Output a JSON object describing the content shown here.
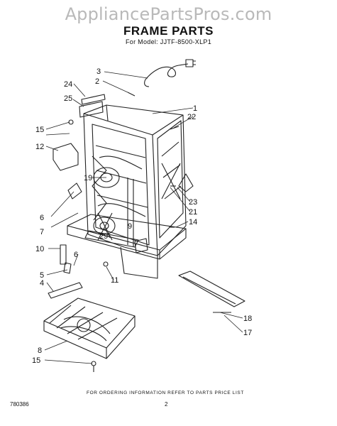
{
  "watermark": "AppliancePartsPros.com",
  "title": "FRAME PARTS",
  "subtitle": "For Model: JJTF-8500-XLP1",
  "footer": {
    "note": "FOR ORDERING INFORMATION REFER TO PARTS PRICE LIST",
    "doc_code": "780386",
    "page": "2"
  },
  "callouts": {
    "c1": "1",
    "c2": "2",
    "c3": "3",
    "c4": "4",
    "c5": "5",
    "c6a": "6",
    "c6b": "6",
    "c7": "7",
    "c8": "8",
    "c9": "9",
    "c10": "10",
    "c11": "11",
    "c12": "12",
    "c14": "14",
    "c15a": "15",
    "c15b": "15",
    "c17": "17",
    "c18": "18",
    "c19": "19",
    "c21": "21",
    "c22": "22",
    "c23": "23",
    "c24": "24",
    "c25": "25",
    "c29": "29"
  }
}
